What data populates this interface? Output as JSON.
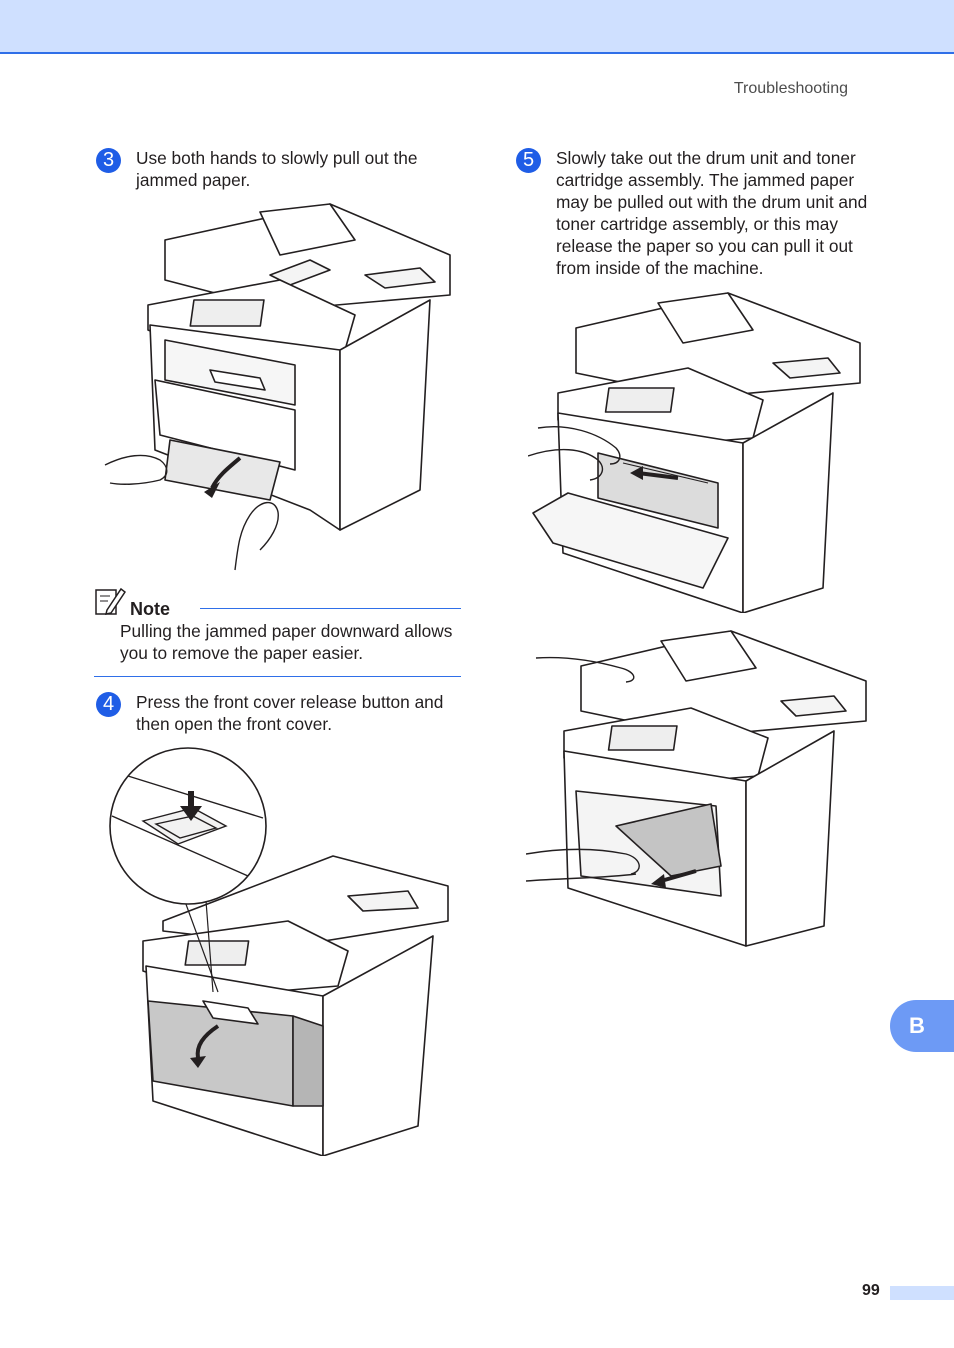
{
  "header": {
    "section_title": "Troubleshooting"
  },
  "steps": [
    {
      "number": "3",
      "text": "Use both hands to slowly pull out the jammed paper."
    },
    {
      "number": "4",
      "text": "Press the front cover release button and then open the front cover."
    },
    {
      "number": "5",
      "text": "Slowly take out the drum unit and toner cartridge assembly. The jammed paper may be pulled out with the drum unit and toner cartridge assembly, or this may release the paper so you can pull it out from inside of the machine."
    }
  ],
  "note": {
    "title": "Note",
    "body": "Pulling the jammed paper downward allows you to remove the paper easier."
  },
  "chapter_tab": "B",
  "footer": {
    "page_number": "99"
  },
  "colors": {
    "accent_blue": "#1f5de6",
    "header_band": "#cfe0ff",
    "rule_blue": "#2f6fe8",
    "chapter_tab": "#6d9af5"
  },
  "icons": {
    "note": "pencil-note-icon"
  }
}
